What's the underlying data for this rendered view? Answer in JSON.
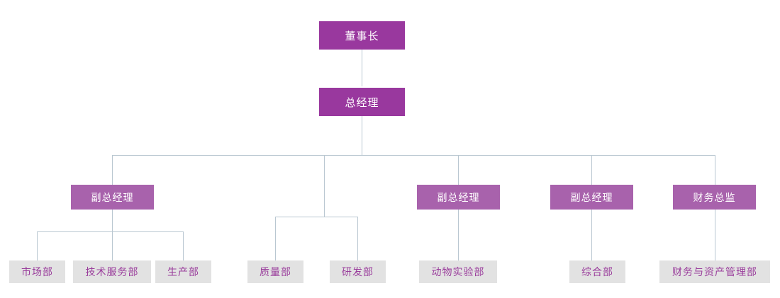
{
  "diagram": {
    "type": "organization-chart",
    "title_text": "",
    "colors": {
      "level1_fill": "#99389e",
      "level2_fill": "#99389e",
      "level3_fill": "#a862ac",
      "level4_fill": "#e2e2e2",
      "level4_text": "#9a3d9c",
      "line": "#b9c7d1",
      "background": "#ffffff"
    },
    "nodes": {
      "chairman": {
        "label": "董事长",
        "level": 1
      },
      "general_manager": {
        "label": "总经理",
        "level": 2
      },
      "deputy_gm_1": {
        "label": "副总经理",
        "level": 3
      },
      "deputy_gm_2": {
        "label": "副总经理",
        "level": 3
      },
      "deputy_gm_3": {
        "label": "副总经理",
        "level": 3
      },
      "cfo": {
        "label": "财务总监",
        "level": 3
      },
      "dept_marketing": {
        "label": "市场部",
        "level": 4
      },
      "dept_tech_service": {
        "label": "技术服务部",
        "level": 4
      },
      "dept_production": {
        "label": "生产部",
        "level": 4
      },
      "dept_quality": {
        "label": "质量部",
        "level": 4
      },
      "dept_rd": {
        "label": "研发部",
        "level": 4
      },
      "dept_animal_lab": {
        "label": "动物实验部",
        "level": 4
      },
      "dept_general_affairs": {
        "label": "综合部",
        "level": 4
      },
      "dept_finance_asset": {
        "label": "财务与资产管理部",
        "level": 4
      }
    }
  }
}
